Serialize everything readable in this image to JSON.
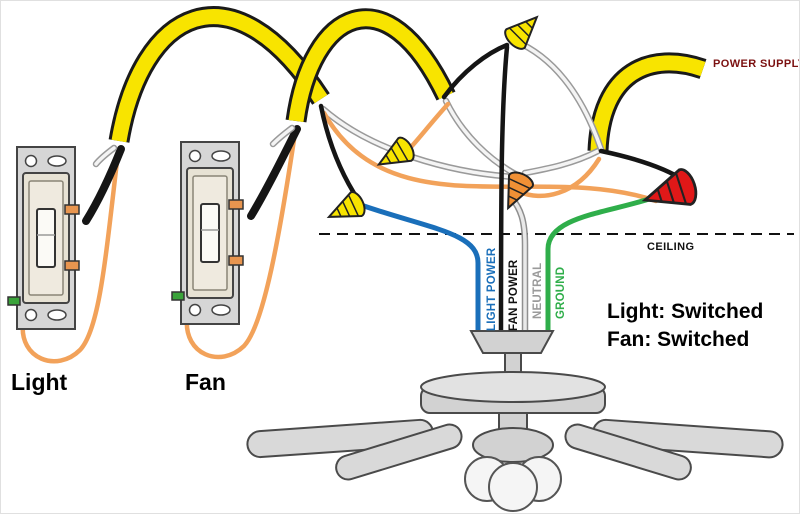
{
  "diagram": {
    "power_supply_label": "POWER SUPPLY",
    "ceiling_label": "CEILING",
    "switch1_label": "Light",
    "switch2_label": "Fan",
    "wire_labels": {
      "light_power": "LIGHT POWER",
      "fan_power": "FAN POWER",
      "neutral": "NEUTRAL",
      "ground": "GROUND"
    },
    "notes": [
      "Light: Switched",
      "Fan: Switched"
    ],
    "colors": {
      "cable_yellow": "#f8e400",
      "wire_black": "#151515",
      "wire_white": "#f4f4f4",
      "wire_orange": "#f2a25a",
      "wire_blue": "#1a6fba",
      "wire_green": "#2fae4a",
      "wire_gray": "#c8c8c8",
      "nut_yellow": "#f8e400",
      "nut_orange": "#f09035",
      "nut_red": "#e01818",
      "label_red": "#7b1010",
      "screw_orange": "#e8954f",
      "screw_green": "#3aa33a"
    }
  }
}
